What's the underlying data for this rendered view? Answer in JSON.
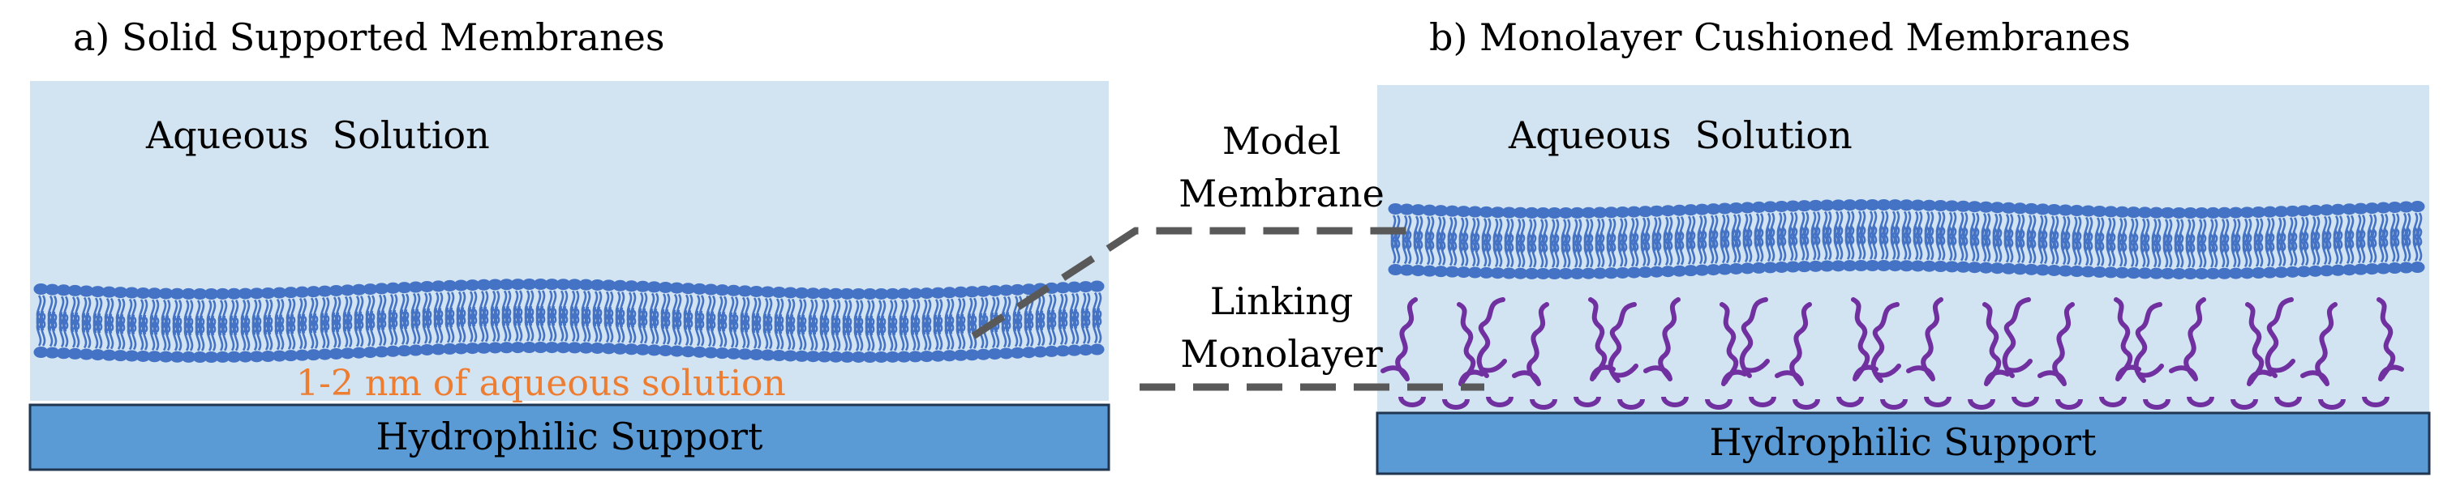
{
  "panel_a": {
    "title": "a) Solid Supported Membranes",
    "solution_label": "Aqueous  Solution",
    "gap_label": "1-2 nm of aqueous solution",
    "support_label": "Hydrophilic Support"
  },
  "panel_b": {
    "title": "b) Monolayer Cushioned Membranes",
    "solution_label": "Aqueous  Solution",
    "support_label": "Hydrophilic Support"
  },
  "callouts": {
    "model_membrane_line1": "Model",
    "model_membrane_line2": "Membrane",
    "linking_monolayer_line1": "Linking",
    "linking_monolayer_line2": "Monolayer"
  },
  "colors": {
    "solution": "#d2e3f2",
    "support": "#5b9bd5",
    "support_border": "#1f3550",
    "lipid": "#4472c4",
    "linker": "#7030a0",
    "gap_text": "#ed7d31",
    "leader": "#595959"
  }
}
